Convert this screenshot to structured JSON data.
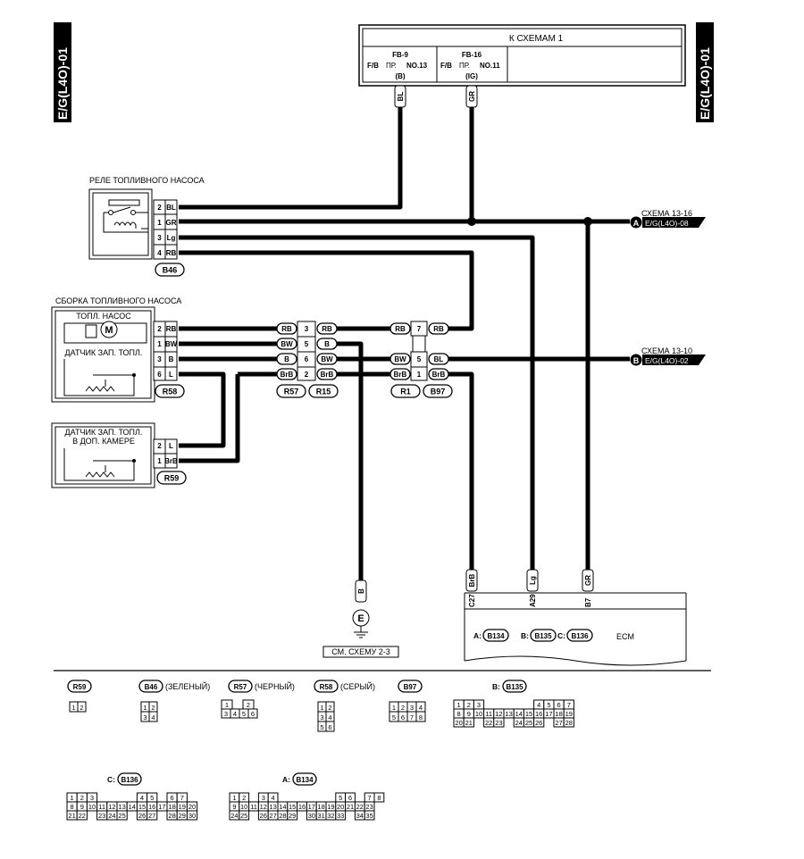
{
  "side_tag": "E/G(L4O)-01",
  "top_box": {
    "title": "К СХЕМАМ 1",
    "fuse1": {
      "id": "FB-9",
      "fb": "F/B",
      "pr": "ПР.",
      "no": "NO.13",
      "sub": "(B)"
    },
    "fuse2": {
      "id": "FB-16",
      "fb": "F/B",
      "pr": "ПР.",
      "no": "NO.11",
      "sub": "(IG)"
    }
  },
  "wire_tags": {
    "bl": "BL",
    "gr": "GR",
    "b": "B",
    "brb": "BrB",
    "lg": "Lg",
    "gr2": "GR"
  },
  "relay": {
    "title": "РЕЛЕ ТОПЛИВНОГО НАСОСА",
    "pins": [
      {
        "n": "2",
        "c": "BL"
      },
      {
        "n": "1",
        "c": "GR"
      },
      {
        "n": "3",
        "c": "Lg"
      },
      {
        "n": "4",
        "c": "RB"
      }
    ],
    "connector": "B46"
  },
  "pump_assy": {
    "title": "СБОРКА ТОПЛИВНОГО НАСОСА",
    "pump": "ТОПЛ. НАСОС",
    "motor": "M",
    "sensor": "ДАТЧИК ЗАП. ТОПЛ.",
    "pins": [
      {
        "n": "2",
        "c": "RB"
      },
      {
        "n": "1",
        "c": "BW"
      },
      {
        "n": "3",
        "c": "B"
      },
      {
        "n": "6",
        "c": "L"
      }
    ],
    "connector": "R58"
  },
  "sub_sensor": {
    "line1": "ДАТЧИК ЗАП. ТОПЛ.",
    "line2": "В ДОП. КАМЕРЕ",
    "pins": [
      {
        "n": "2",
        "c": "L"
      },
      {
        "n": "1",
        "c": "BrB"
      }
    ],
    "connector": "R59"
  },
  "r57_r15": {
    "rows": [
      {
        "l": "RB",
        "n": "3",
        "r": "RB"
      },
      {
        "l": "BW",
        "n": "5",
        "r": "B"
      },
      {
        "l": "B",
        "n": "6",
        "r": "BW"
      },
      {
        "l": "BrB",
        "n": "2",
        "r": "BrB"
      }
    ],
    "c1": "R57",
    "c2": "R15"
  },
  "r1_b97": {
    "rows": [
      {
        "l": "RB",
        "n": "7",
        "r": "RB"
      },
      {
        "l": "BW",
        "n": "5",
        "r": "BL"
      },
      {
        "l": "BrB",
        "n": "1",
        "r": "BrB"
      }
    ],
    "c1": "R1",
    "c2": "B97"
  },
  "ref_a": {
    "letter": "A",
    "top": "СХЕМА 13-16",
    "code": "E/G(L4O)-08"
  },
  "ref_b": {
    "letter": "B",
    "top": "СХЕМА 13-10",
    "code": "E/G(L4O)-02"
  },
  "ground": {
    "letter": "E",
    "note": "СМ. СХЕМУ 2-3"
  },
  "ecm": {
    "label": "ECM",
    "pins": [
      "C27",
      "A29",
      "B7"
    ],
    "conns": [
      {
        "p": "A:",
        "c": "B134"
      },
      {
        "p": "B:",
        "c": "B135"
      },
      {
        "p": "C:",
        "c": "B136"
      }
    ]
  },
  "legend": {
    "r59": {
      "c": "R59",
      "pins": [
        "1",
        "2"
      ]
    },
    "b46": {
      "c": "B46",
      "note": "(ЗЕЛЕНЫЙ)",
      "rows": [
        [
          "1",
          "2"
        ],
        [
          "3",
          "4"
        ]
      ]
    },
    "r57": {
      "c": "R57",
      "note": "(ЧЕРНЫЙ)",
      "top": [
        "1",
        "",
        "2"
      ],
      "bot": [
        "3",
        "4",
        "5",
        "6"
      ]
    },
    "r58": {
      "c": "R58",
      "note": "(СЕРЫЙ)",
      "rows": [
        [
          "1",
          "2"
        ],
        [
          "3",
          "4"
        ],
        [
          "5",
          "6"
        ]
      ]
    },
    "b97": {
      "c": "B97",
      "rows": [
        [
          "1",
          "2",
          "3",
          "4"
        ],
        [
          "5",
          "6",
          "7",
          "8"
        ]
      ]
    },
    "b135": {
      "p": "B:",
      "c": "B135",
      "r1": [
        "1",
        "2",
        "3",
        "",
        "",
        "",
        "",
        "",
        "4",
        "5",
        "6",
        "7"
      ],
      "r2": [
        "8",
        "9",
        "10",
        "11",
        "12",
        "13",
        "14",
        "15",
        "16",
        "17",
        "18",
        "19"
      ],
      "r3": [
        "20",
        "21",
        "",
        "22",
        "23",
        "",
        "24",
        "25",
        "26",
        "",
        "27",
        "28"
      ]
    },
    "b136": {
      "p": "C:",
      "c": "B136",
      "r1": [
        "1",
        "2",
        "3",
        "",
        "",
        "",
        "",
        "4",
        "5",
        "",
        "6",
        "7"
      ],
      "r2": [
        "8",
        "9",
        "10",
        "11",
        "12",
        "13",
        "14",
        "15",
        "16",
        "17",
        "18",
        "19",
        "20"
      ],
      "r3": [
        "21",
        "22",
        "",
        "23",
        "24",
        "25",
        "",
        "26",
        "27",
        "",
        "28",
        "29",
        "30"
      ]
    },
    "b134": {
      "p": "A:",
      "c": "B134",
      "r1": [
        "1",
        "2",
        "",
        "3",
        "4",
        "",
        "",
        "",
        "",
        "",
        "",
        "5",
        "6",
        "",
        "7",
        "8"
      ],
      "r2": [
        "9",
        "10",
        "11",
        "12",
        "13",
        "14",
        "15",
        "16",
        "17",
        "18",
        "19",
        "20",
        "21",
        "22",
        "23"
      ],
      "r3": [
        "24",
        "25",
        "",
        "26",
        "27",
        "28",
        "29",
        "",
        "30",
        "31",
        "32",
        "33",
        "",
        "34",
        "35"
      ]
    }
  }
}
